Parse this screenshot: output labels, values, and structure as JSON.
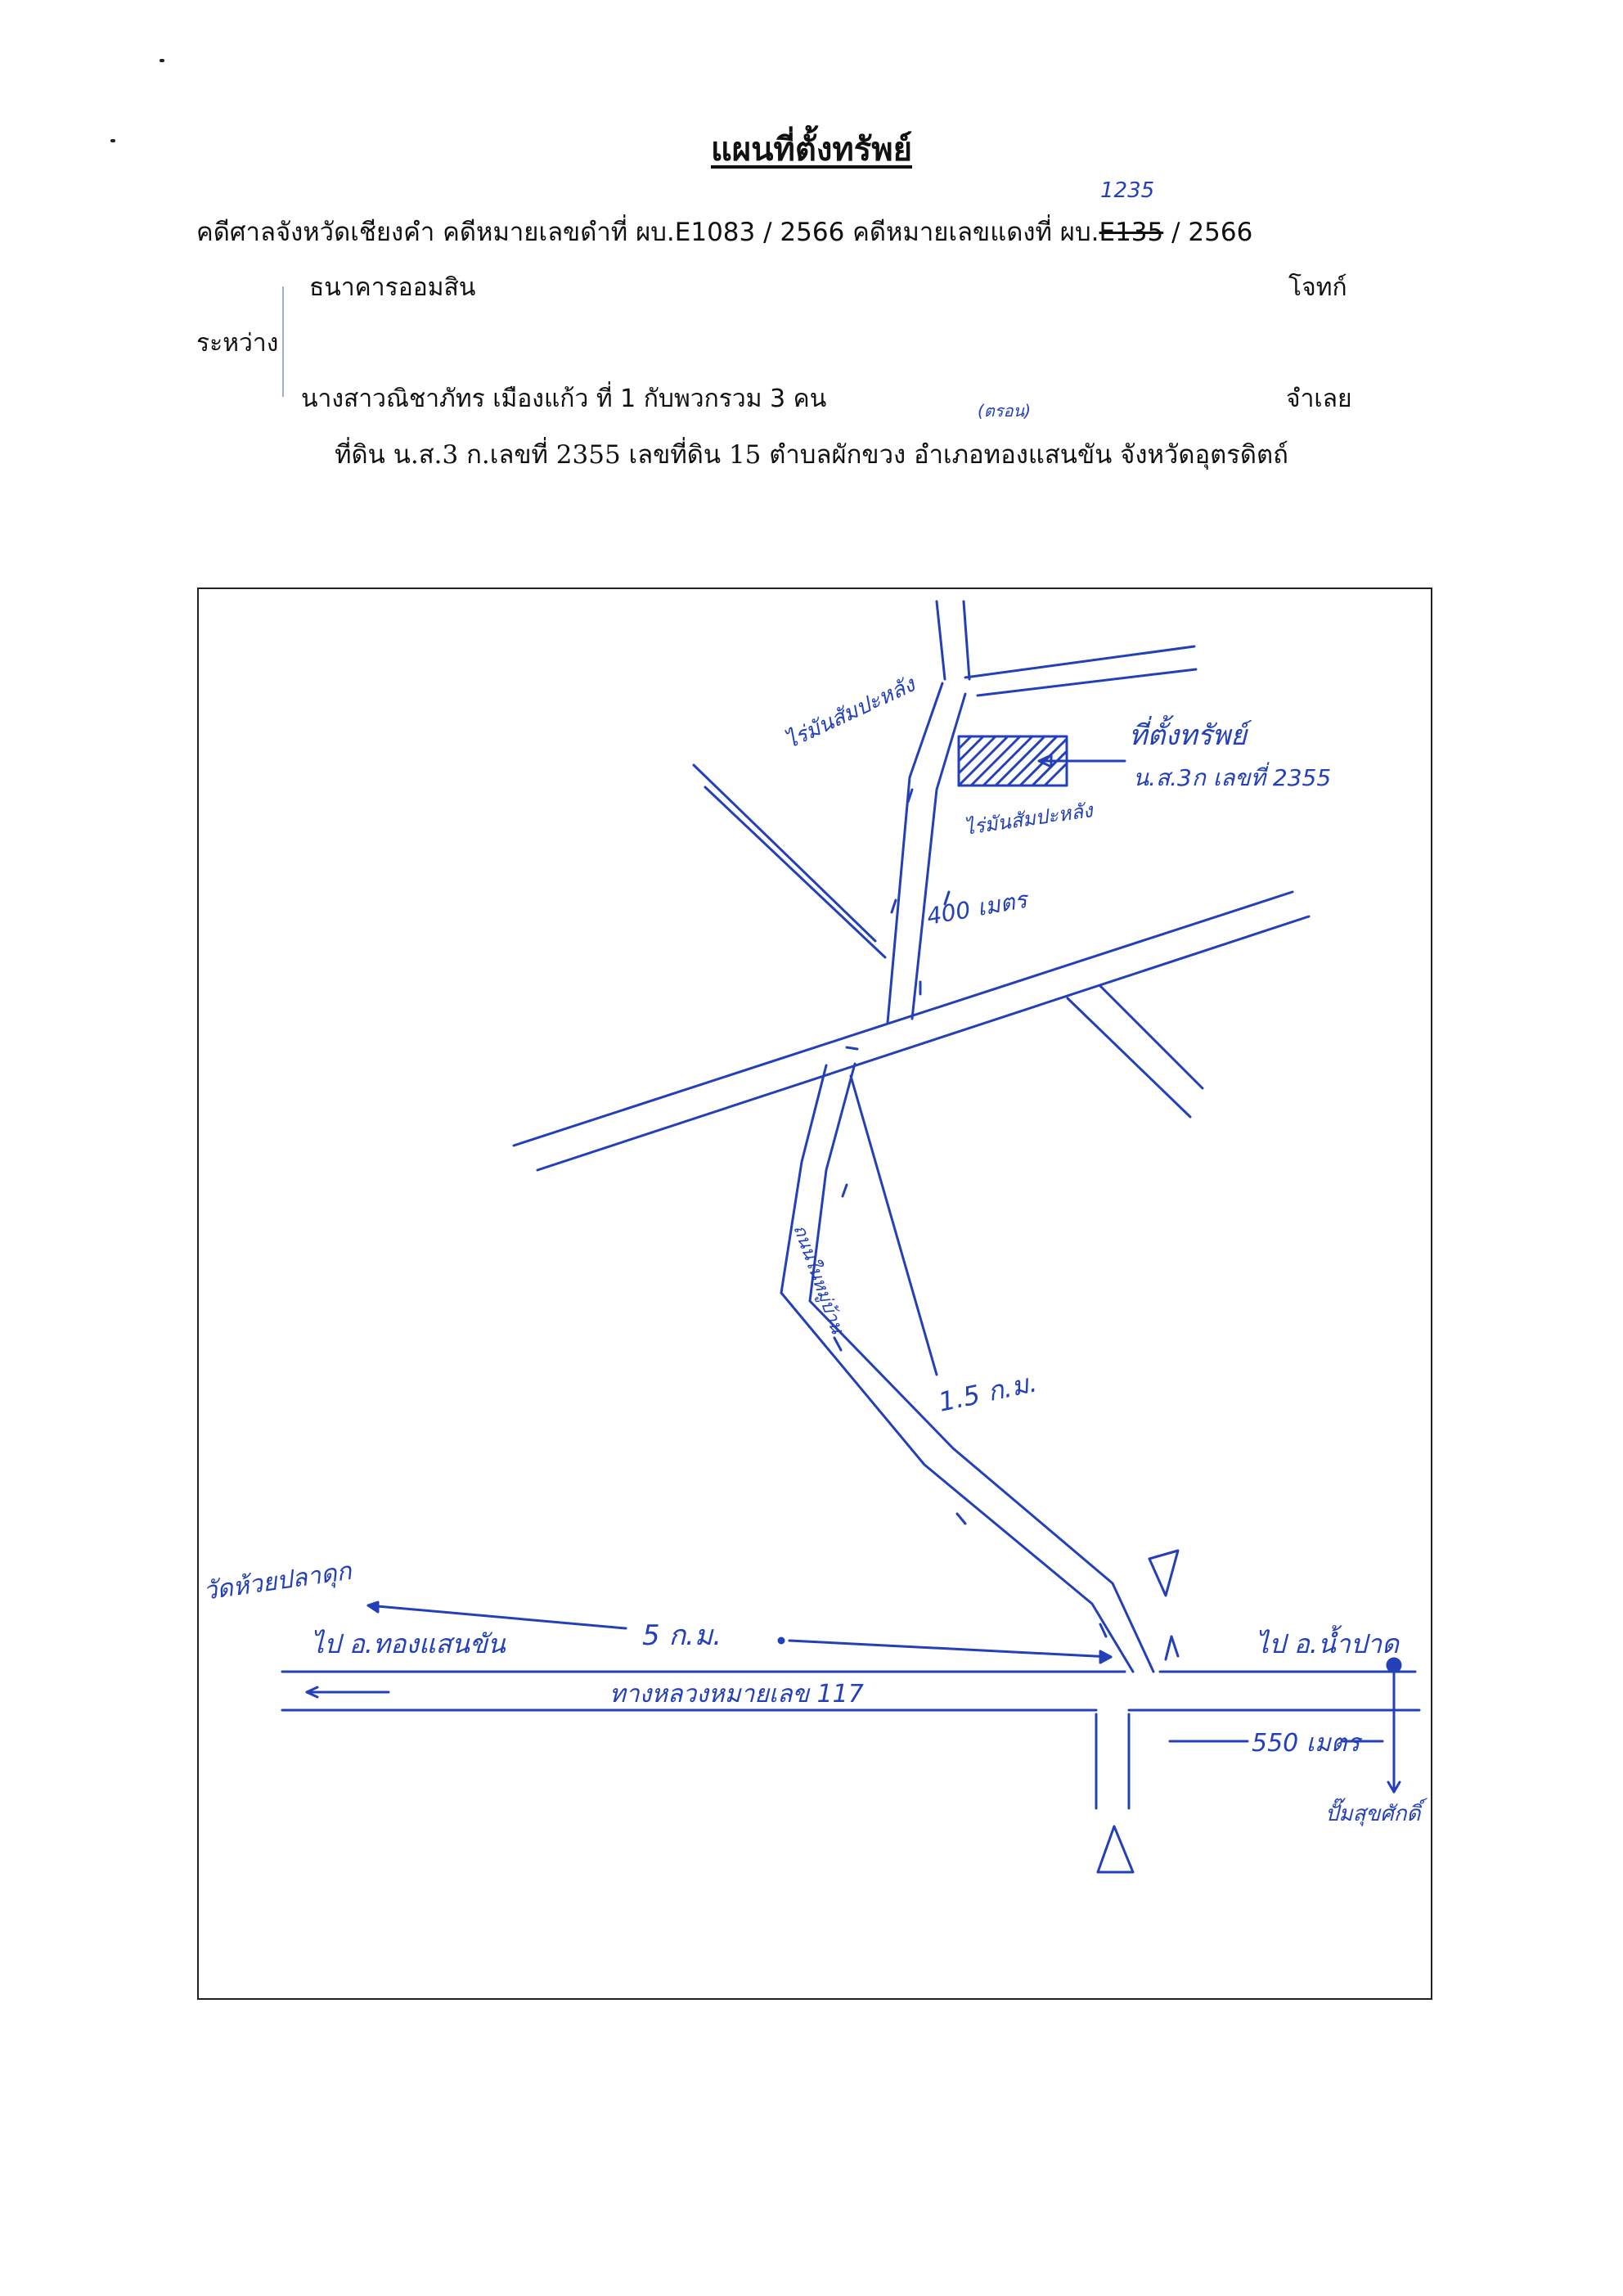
{
  "header": {
    "title": "แผนที่ตั้งทรัพย์",
    "case_prefix": "คดีศาลจังหวัดเชียงคำ  คดีหมายเลขดำที่  ผบ.E1083 / 2566  คดีหมายเลขแดงที่  ผบ.",
    "red_struck": "E135",
    "red_suffix": " / 2566",
    "red_correction": "1235",
    "between_label": "ระหว่าง",
    "plaintiff": "ธนาคารออมสิน",
    "plaintiff_role": "โจทก์",
    "defendant": "นางสาวณิชาภัทร  เมืองแก้ว ที่ 1 กับพวกรวม 3 คน",
    "defendant_role": "จำเลย",
    "land_prefix": "ที่ดิน น.ส.3 ก.เลขที่ 2355  เลขที่ดิน 15   ตำบลผักขวง  อำเภอ",
    "land_district": "ทองแสนขัน",
    "land_suffix": "  จังหวัดอุตรดิตถ์",
    "insert_note": "(ตรอน)"
  },
  "map": {
    "labels": {
      "property_title": "ที่ตั้งทรัพย์",
      "property_doc": "น.ส.3ก เลขที่ 2355",
      "cassava_left": "ไร่มันสัมปะหลัง",
      "cassava_right": "ไร่มันสัมปะหลัง",
      "dist_400": "400 เมตร",
      "dist_15": "1.5 ก.ม.",
      "dist_5": "5 ก.ม.",
      "dist_550": "550 เมตร",
      "temple": "วัดห้วยปลาดุก",
      "to_thongsaenkhan": "ไป อ.ทองแสนขัน",
      "to_nampat": "ไป อ.น้ำปาด",
      "highway": "ทางหลวงหมายเลข 117",
      "village_road": "ถนนในหมู่บ้าน",
      "gas_station": "ปั๊มสุขศักดิ์"
    },
    "colors": {
      "ink": "#2340b8",
      "frame": "#222222"
    }
  }
}
